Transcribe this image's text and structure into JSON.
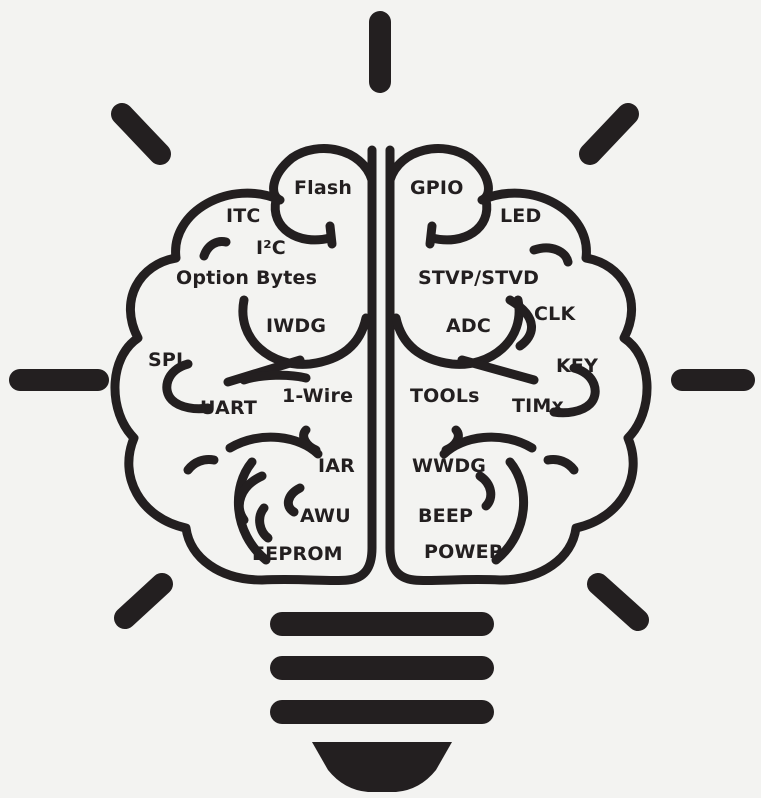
{
  "labels": {
    "left": {
      "flash": "Flash",
      "itc": "ITC",
      "i2c": "I²C",
      "option_bytes": "Option Bytes",
      "iwdg": "IWDG",
      "spi": "SPI",
      "uart": "UART",
      "one_wire": "1-Wire",
      "iar": "IAR",
      "awu": "AWU",
      "eeprom": "EEPROM"
    },
    "right": {
      "gpio": "GPIO",
      "led": "LED",
      "stvp_stvd": "STVP/STVD",
      "adc": "ADC",
      "clk": "CLK",
      "key": "KEY",
      "tools": "TOOLs",
      "timx": "TIMx",
      "wwdg": "WWDG",
      "beep": "BEEP",
      "power": "POWER"
    }
  },
  "colors": {
    "ink": "#231f20",
    "background": "#f3f3f1"
  },
  "icon": "lightbulb-brain-icon"
}
